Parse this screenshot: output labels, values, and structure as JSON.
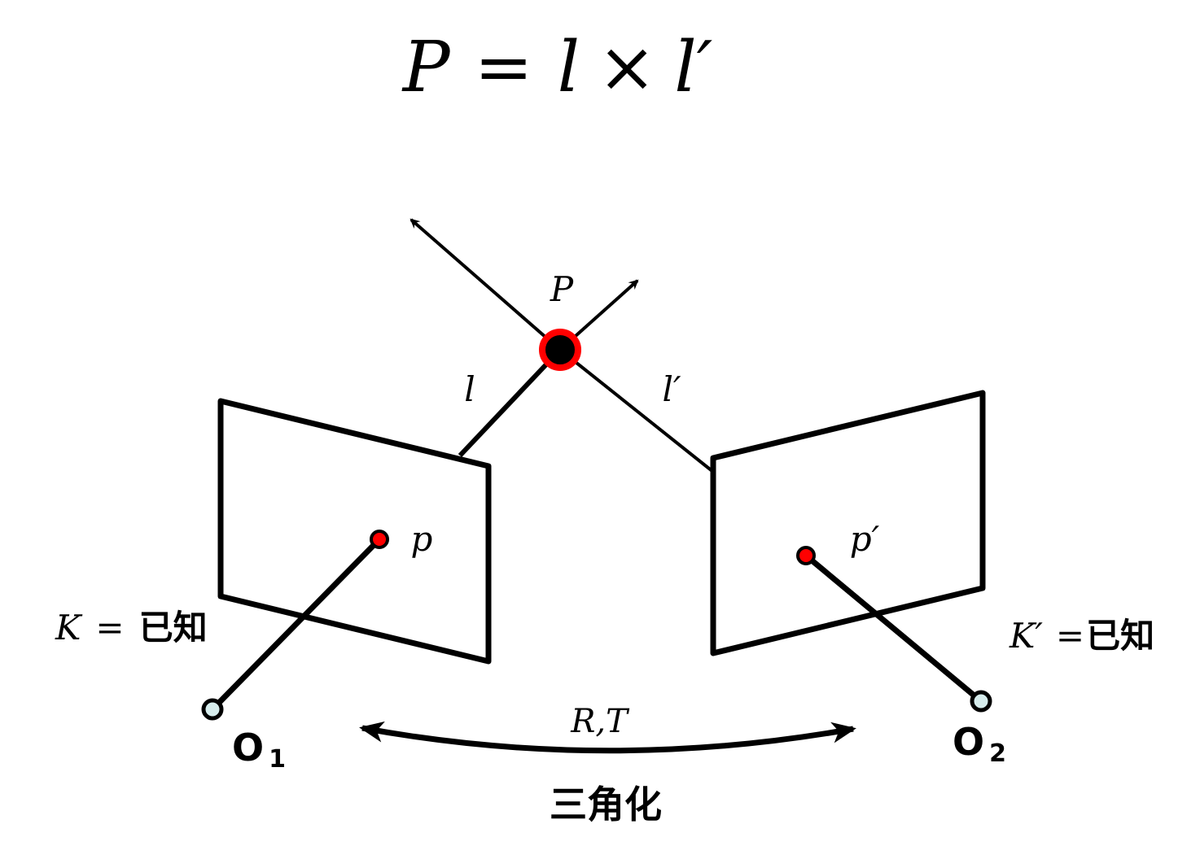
{
  "formula": {
    "lhs": "P",
    "eq": "=",
    "l": "l",
    "times": "×",
    "lprime": "l′"
  },
  "point_label": "P",
  "ray_labels": {
    "left": "l",
    "right": "l′"
  },
  "image_points": {
    "left": "p",
    "right": "p′"
  },
  "intrinsics": {
    "left": {
      "symbol": "K",
      "eq": "=",
      "text": "已知"
    },
    "right": {
      "symbol": "K′",
      "eq": "=",
      "text": "已知"
    }
  },
  "centers": {
    "left": {
      "main": "O",
      "sub": "1"
    },
    "right": {
      "main": "O",
      "sub": "2"
    }
  },
  "transform_label": "R,T",
  "caption": "三角化",
  "colors": {
    "point_fill": "#000000",
    "point_ring": "#ff0000",
    "image_point_fill": "#ff0000",
    "center_fill": "#d6ecec"
  }
}
